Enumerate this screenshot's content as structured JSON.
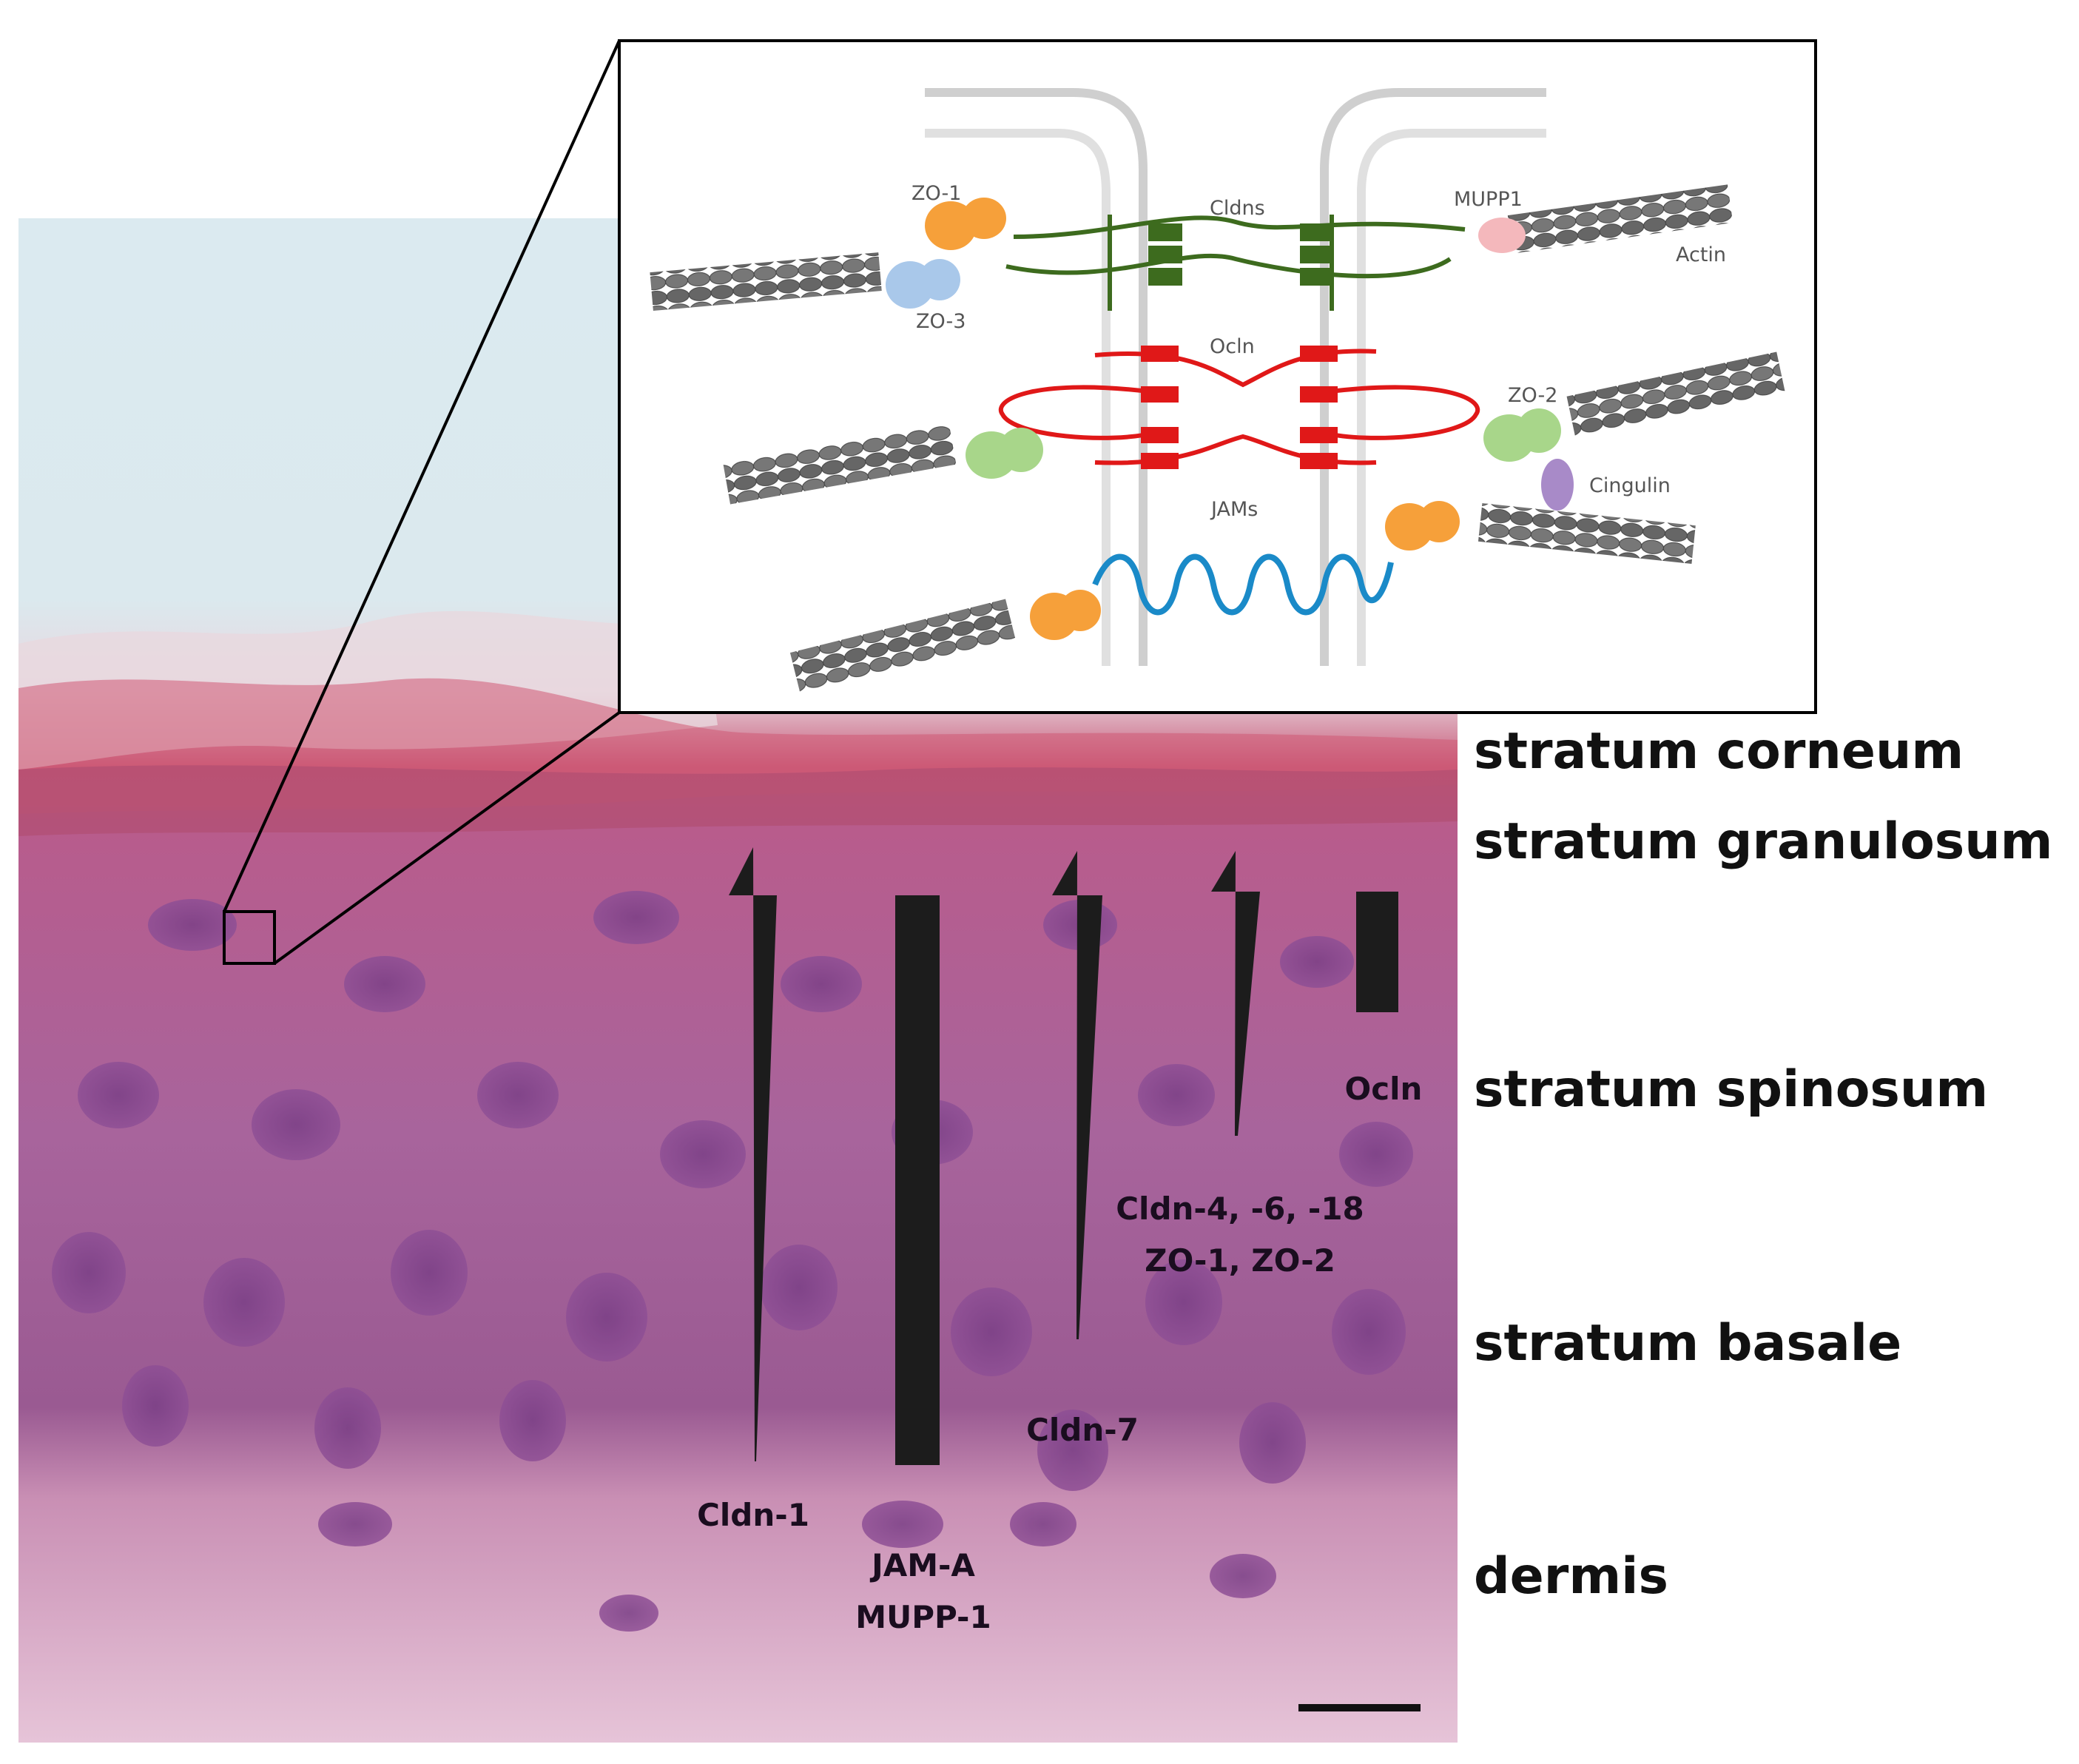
{
  "layers": {
    "corneum": "stratum corneum",
    "granulosum": "stratum granulosum",
    "spinosum": "stratum spinosum",
    "basale": "stratum basale",
    "dermis": "dermis"
  },
  "gradients": {
    "cldn1": "Cldn-1",
    "jama": "JAM-A",
    "mupp1": "MUPP-1",
    "cldn7": "Cldn-7",
    "cldn4": "Cldn-4, -6, -18",
    "zo12": "ZO-1, ZO-2",
    "ocln": "Ocln"
  },
  "inset": {
    "zo1": "ZO-1",
    "zo3": "ZO-3",
    "cldns": "Cldns",
    "mupp1": "MUPP1",
    "actin": "Actin",
    "ocln": "Ocln",
    "zo2": "ZO-2",
    "cingulin": "Cingulin",
    "jams": "JAMs"
  },
  "colors": {
    "claudin": "#3d6b1e",
    "occludin": "#e01818",
    "jam": "#1a8ac8",
    "zo1": "#f6a03a",
    "zo3": "#a9c8ea",
    "zo2": "#a8d68a",
    "mupp1": "#f4b8bc",
    "cingulin": "#a88ac8",
    "actin": "#6e6e6e",
    "membrane": "#cfcfcf",
    "gradient_bar": "#1c1c1c"
  }
}
